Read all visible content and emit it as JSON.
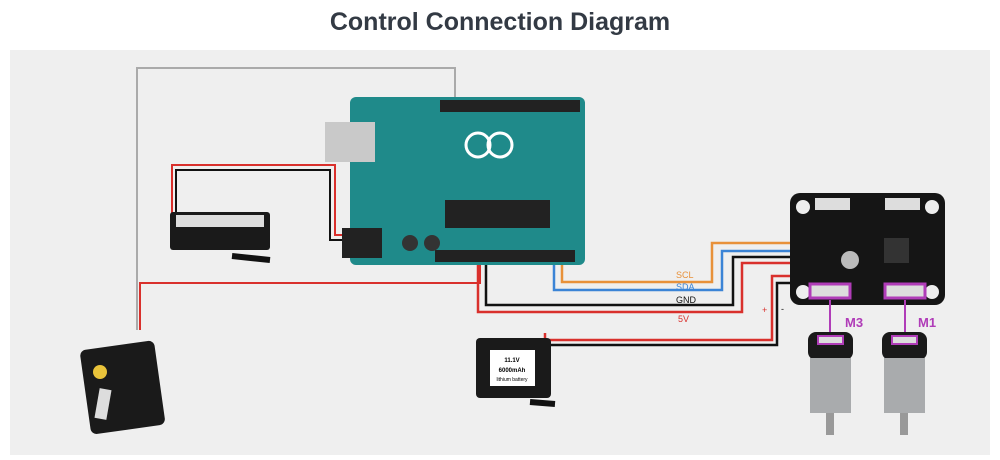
{
  "title": "Control Connection Diagram",
  "wires": {
    "scl": "SCL",
    "sda": "SDA",
    "gnd": "GND",
    "v5": "5V",
    "plus": "+",
    "minus": "-"
  },
  "motors": {
    "m3": "M3",
    "m1": "M1"
  },
  "battery": {
    "voltage": "11.1V",
    "capacity": "6000mAh",
    "type": "lithium battery"
  },
  "colors": {
    "scl": "#e8913a",
    "sda": "#3b84d6",
    "gnd": "#111111",
    "v5": "#d9302c",
    "motor_connector": "#b03cb8",
    "arduino": "#1f8a8a",
    "background": "#efefef"
  }
}
